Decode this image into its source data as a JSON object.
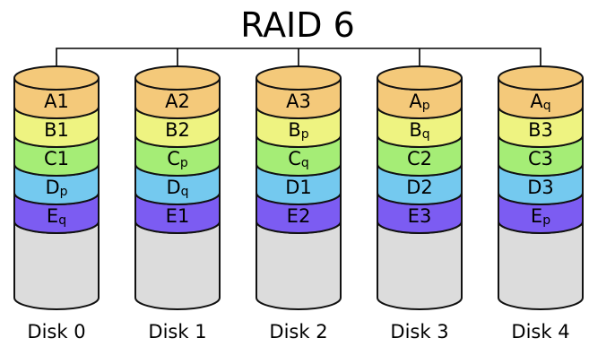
{
  "title": "RAID 6",
  "colors": {
    "A": "#f4c97a",
    "B": "#eef381",
    "C": "#a5ed76",
    "D": "#74c9ef",
    "E": "#7c5cf2",
    "empty": "#dcdcdc"
  },
  "disks": [
    {
      "label": "Disk 0",
      "blocks": [
        {
          "row": "A",
          "main": "A",
          "sub": "1"
        },
        {
          "row": "B",
          "main": "B",
          "sub": "1"
        },
        {
          "row": "C",
          "main": "C",
          "sub": "1"
        },
        {
          "row": "D",
          "main": "D",
          "sub": "p"
        },
        {
          "row": "E",
          "main": "E",
          "sub": "q"
        }
      ]
    },
    {
      "label": "Disk 1",
      "blocks": [
        {
          "row": "A",
          "main": "A",
          "sub": "2"
        },
        {
          "row": "B",
          "main": "B",
          "sub": "2"
        },
        {
          "row": "C",
          "main": "C",
          "sub": "p"
        },
        {
          "row": "D",
          "main": "D",
          "sub": "q"
        },
        {
          "row": "E",
          "main": "E",
          "sub": "1"
        }
      ]
    },
    {
      "label": "Disk 2",
      "blocks": [
        {
          "row": "A",
          "main": "A",
          "sub": "3"
        },
        {
          "row": "B",
          "main": "B",
          "sub": "p"
        },
        {
          "row": "C",
          "main": "C",
          "sub": "q"
        },
        {
          "row": "D",
          "main": "D",
          "sub": "1"
        },
        {
          "row": "E",
          "main": "E",
          "sub": "2"
        }
      ]
    },
    {
      "label": "Disk 3",
      "blocks": [
        {
          "row": "A",
          "main": "A",
          "sub": "p"
        },
        {
          "row": "B",
          "main": "B",
          "sub": "q"
        },
        {
          "row": "C",
          "main": "C",
          "sub": "2"
        },
        {
          "row": "D",
          "main": "D",
          "sub": "2"
        },
        {
          "row": "E",
          "main": "E",
          "sub": "3"
        }
      ]
    },
    {
      "label": "Disk 4",
      "blocks": [
        {
          "row": "A",
          "main": "A",
          "sub": "q"
        },
        {
          "row": "B",
          "main": "B",
          "sub": "3"
        },
        {
          "row": "C",
          "main": "C",
          "sub": "3"
        },
        {
          "row": "D",
          "main": "D",
          "sub": "3"
        },
        {
          "row": "E",
          "main": "E",
          "sub": "p"
        }
      ]
    }
  ]
}
